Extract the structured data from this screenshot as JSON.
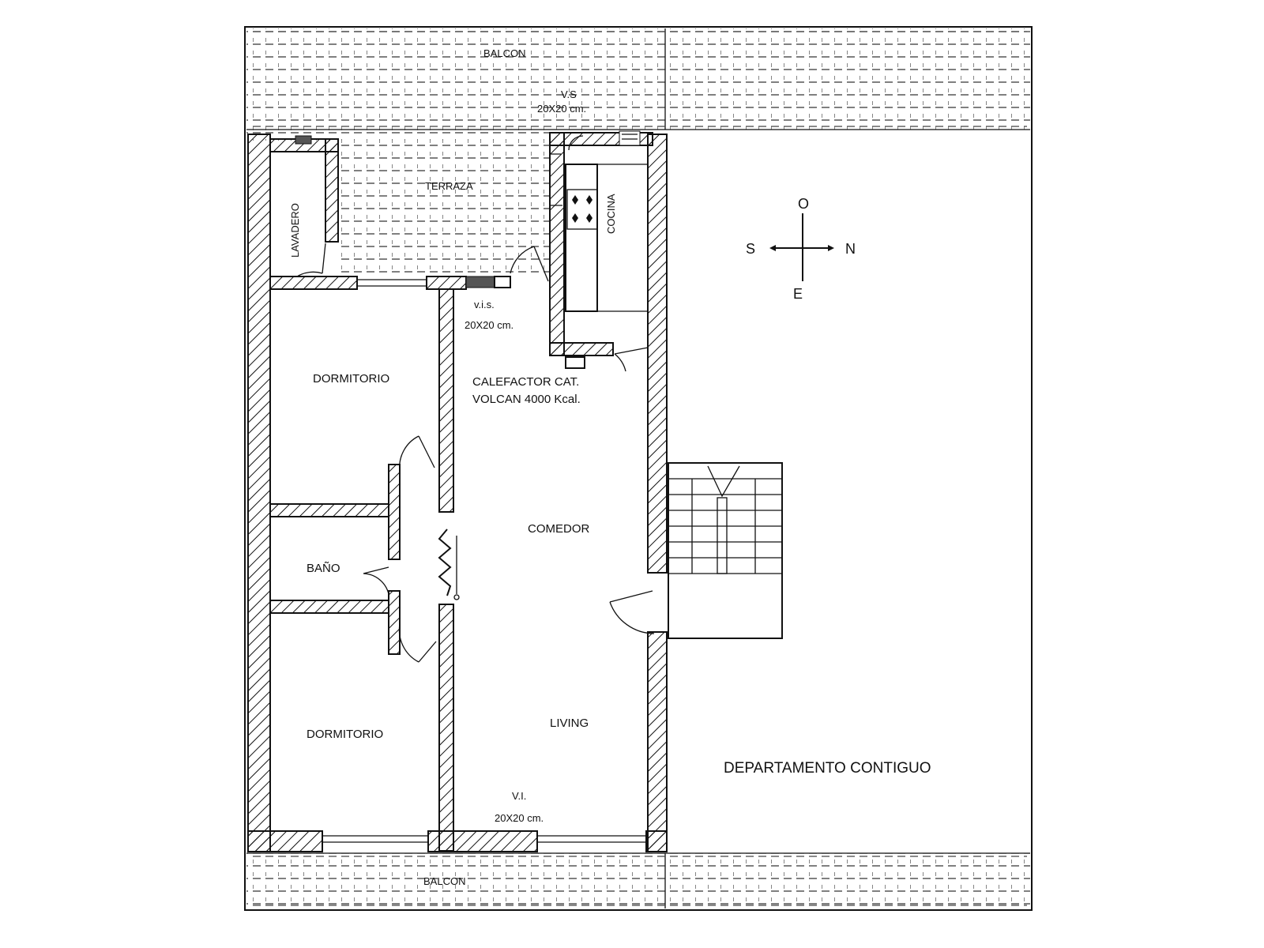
{
  "plan": {
    "rooms": {
      "balcon_top": "BALCON",
      "balcon_bottom": "BALCON",
      "terraza": "TERRAZA",
      "lavadero": "LAVADERO",
      "cocina": "COCINA",
      "dormitorio_top": "DORMITORIO",
      "dormitorio_bottom": "DORMITORIO",
      "bano": "BAÑO",
      "comedor": "COMEDOR",
      "living": "LIVING",
      "departamento": "DEPARTAMENTO CONTIGUO"
    },
    "vents": {
      "vs_label": "V.S",
      "vs_size": "20X20 cm.",
      "vis_label": "v.i.s.",
      "vis_size": "20X20 cm.",
      "vi_label": "V.I.",
      "vi_size": "20X20 cm."
    },
    "heater": {
      "line1": "CALEFACTOR CAT.",
      "line2": "VOLCAN 4000 Kcal."
    },
    "compass": {
      "north": "N",
      "south": "S",
      "east": "E",
      "west": "O"
    }
  }
}
